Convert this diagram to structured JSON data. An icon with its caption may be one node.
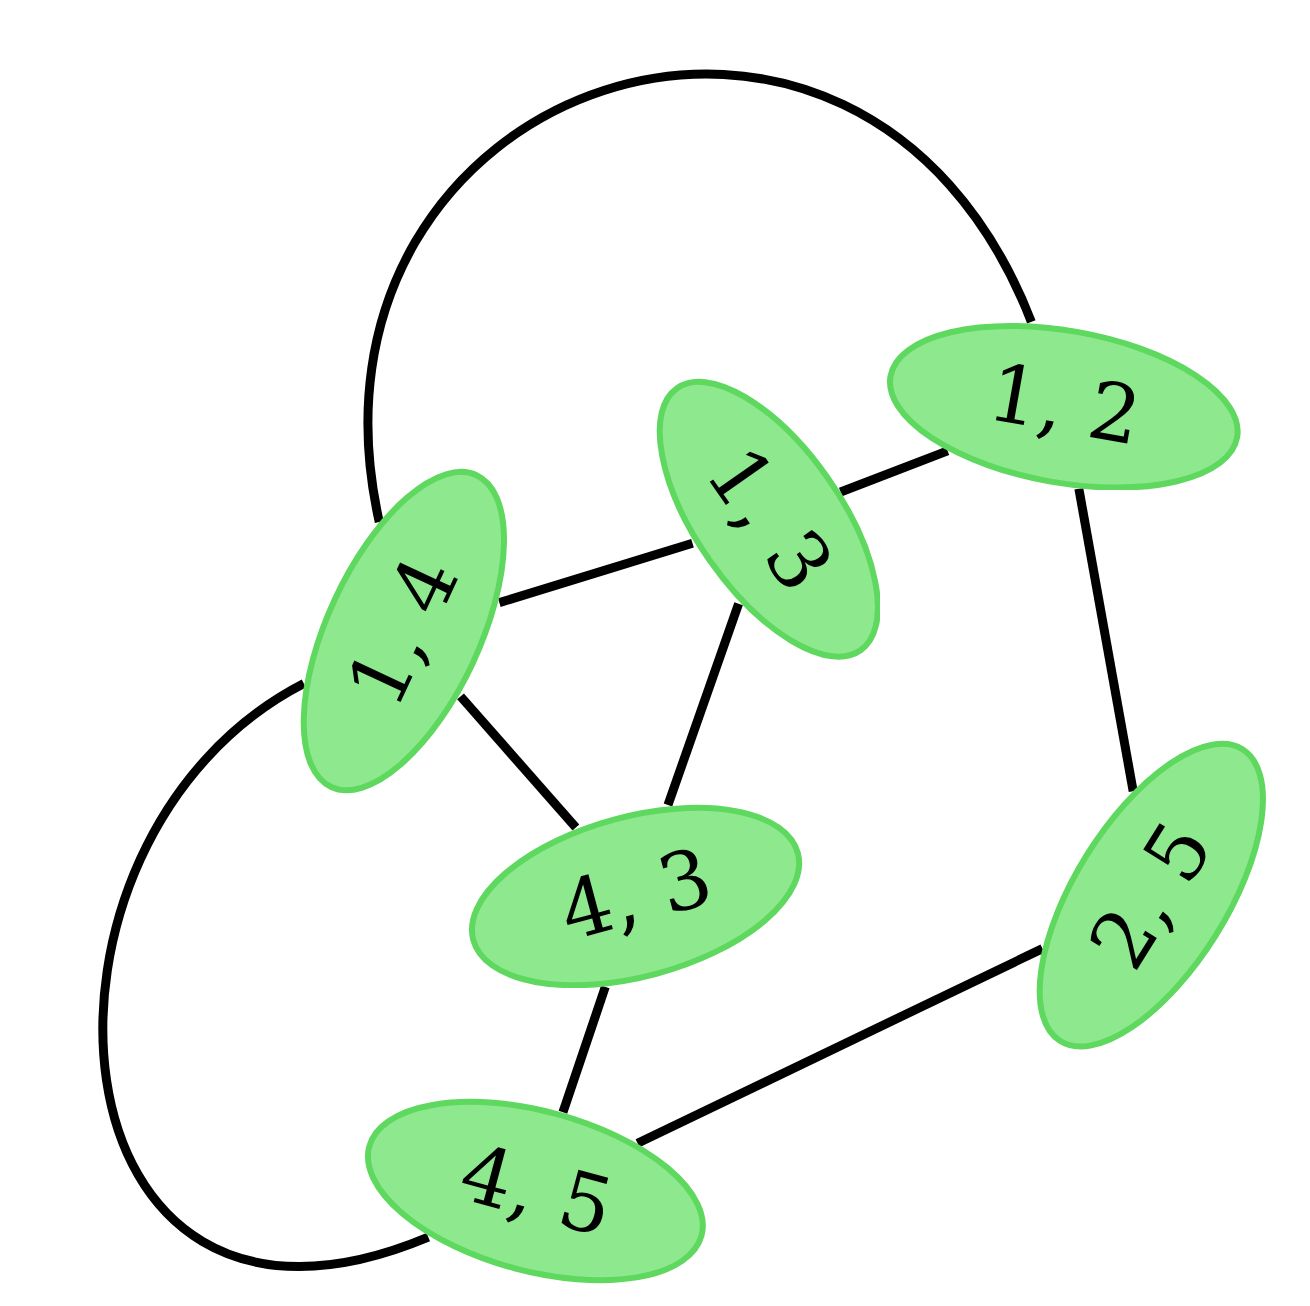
{
  "diagram": {
    "nodes": [
      {
        "text": [
          "1, 2"
        ]
      },
      {
        "text": [
          "1, 3"
        ]
      },
      {
        "text": [
          "1, 4"
        ]
      },
      {
        "text": [
          "4, 3"
        ]
      },
      {
        "text": [
          "2, 5"
        ]
      },
      {
        "text": [
          "4, 5"
        ]
      }
    ],
    "edges": [
      {
        "from": 2,
        "to": 1,
        "arrow": "none"
      },
      {
        "from": 1,
        "to": 0,
        "arrow": "none"
      },
      {
        "from": 0,
        "to": 4,
        "arrow": "none"
      },
      {
        "from": 1,
        "to": 3,
        "arrow": "none"
      },
      {
        "from": 2,
        "to": 3,
        "arrow": "none"
      },
      {
        "from": 3,
        "to": 5,
        "arrow": "none"
      },
      {
        "from": 5,
        "to": 4,
        "arrow": "none"
      },
      {
        "from": 2,
        "to": 0,
        "arrow": "none"
      },
      {
        "from": 2,
        "to": 5,
        "arrow": "none"
      }
    ]
  }
}
